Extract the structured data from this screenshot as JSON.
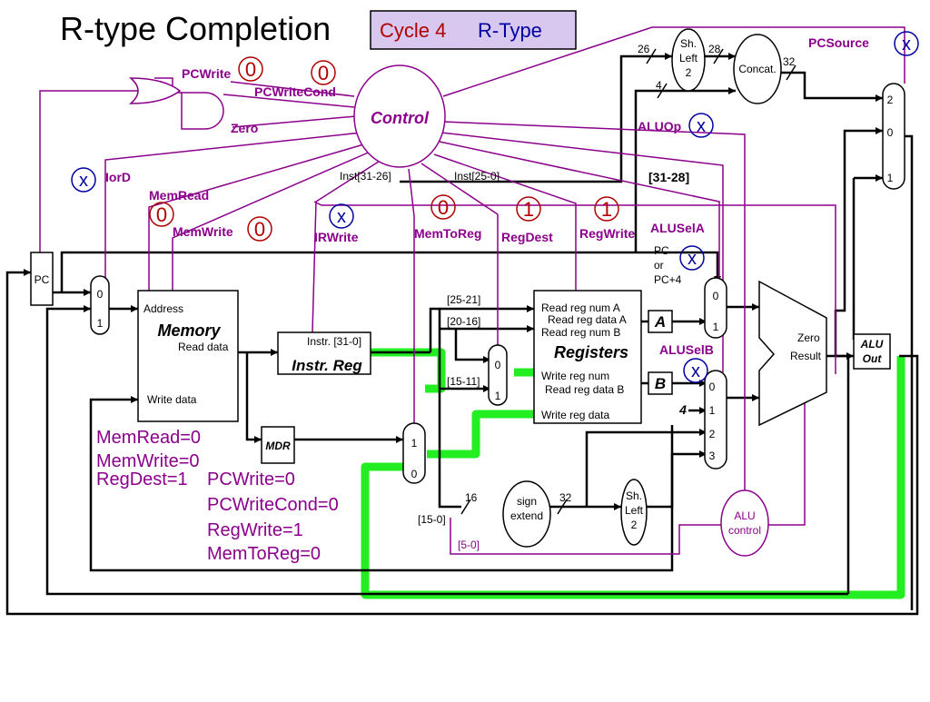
{
  "title": "R-type Completion",
  "cycle_box": {
    "cycle": "Cycle 4",
    "type": "R-Type"
  },
  "control": "Control",
  "signals": {
    "pcwrite": "PCWrite",
    "pcwritecond": "PCWriteCond",
    "zero": "Zero",
    "iord": "IorD",
    "memread": "MemRead",
    "memwrite": "MemWrite",
    "irwrite": "IRWrite",
    "memtoreg": "MemToReg",
    "regdest": "RegDest",
    "regwrite": "RegWrite",
    "alusela": "ALUSelA",
    "aluselb": "ALUSelB",
    "aluop": "ALUOp",
    "pcsource": "PCSource"
  },
  "values": {
    "pcwrite": "0",
    "pcwritecond": "0",
    "iord": "x",
    "memread": "0",
    "memwrite": "0",
    "irwrite": "x",
    "memtoreg": "0",
    "regdest": "1",
    "regwrite": "1",
    "alusela": "x",
    "aluselb": "x",
    "aluop": "x",
    "pcsource": "x"
  },
  "inst_labels": {
    "i31_26": "Inst[31-26]",
    "i25_0": "Inst[25-0]",
    "i31_28": "[31-28]",
    "i25_21": "[25-21]",
    "i20_16": "[20-16]",
    "i15_11": "[15-11]",
    "i15_0": "[15-0]",
    "i5_0": "[5-0]"
  },
  "widths": {
    "w26": "26",
    "w28": "28",
    "w32a": "32",
    "w4": "4",
    "w16": "16",
    "w32b": "32"
  },
  "blocks": {
    "pc": "PC",
    "memory": "Memory",
    "address": "Address",
    "read_data": "Read data",
    "write_data": "Write data",
    "instr_reg": "Instr. Reg",
    "instr_field": "Instr. [31-0]",
    "mdr": "MDR",
    "registers": "Registers",
    "read_reg_num_a": "Read reg num A",
    "read_reg_data_a": "Read reg data A",
    "read_reg_num_b": "Read reg num B",
    "write_reg_num": "Write reg num",
    "read_reg_data_b": "Read reg data B",
    "write_reg_data": "Write reg data",
    "reg_a": "A",
    "reg_b": "B",
    "alu_zero": "Zero",
    "alu_result": "Result",
    "alu_out_1": "ALU",
    "alu_out_2": "Out",
    "sign_extend_1": "sign",
    "sign_extend_2": "extend",
    "shift_1": "Sh.",
    "shift_2": "Left",
    "shift_3": "2",
    "concat": "Concat.",
    "alu_control_1": "ALU",
    "alu_control_2": "control",
    "pc_or_1": "PC",
    "pc_or_2": "or",
    "pc_or_3": "PC+4",
    "const4": "4"
  },
  "mux": {
    "m0": "0",
    "m1": "1",
    "m2": "2",
    "m3": "3"
  },
  "summary": {
    "memread": "MemRead=0",
    "memwrite": "MemWrite=0",
    "regdest": "RegDest=1",
    "pcwrite": "PCWrite=0",
    "pcwritecond": "PCWriteCond=0",
    "regwrite": "RegWrite=1",
    "memtoreg": "MemToReg=0"
  },
  "colors": {
    "control_line": "#8b008b",
    "highlight": "#22ee22",
    "value_red": "#b00000",
    "value_blue": "#0000a0",
    "cycle_box_bg": "#d8c8f0"
  }
}
